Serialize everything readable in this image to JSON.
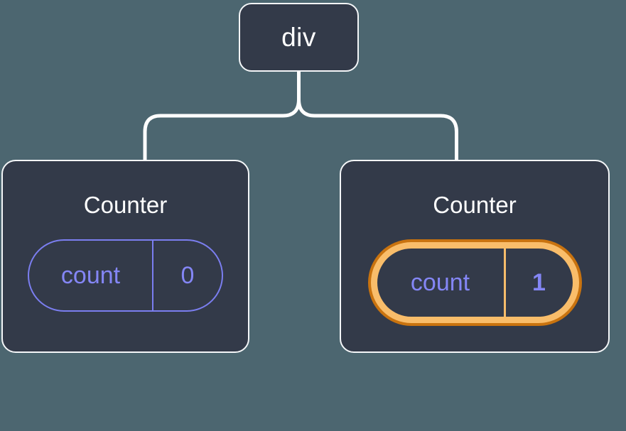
{
  "theme": {
    "background": "#4c6670",
    "node_fill": "#333a49",
    "node_border": "#f4f6f8",
    "connector": "#ffffff",
    "accent_state": "#7b7ef0",
    "highlight_outer": "#c9730f",
    "highlight_inner": "#f9bd6a",
    "sparkle": "#f9bd6a",
    "title_text": "#ffffff"
  },
  "tree": {
    "root": {
      "label": "div"
    },
    "children": [
      {
        "title": "Counter",
        "state": {
          "key": "count",
          "value": "0"
        },
        "highlighted": "false"
      },
      {
        "title": "Counter",
        "state": {
          "key": "count",
          "value": "1"
        },
        "highlighted": "true"
      }
    ]
  },
  "icons": {
    "sparkle_large": "sparkle-icon",
    "sparkle_small": "sparkle-icon"
  }
}
